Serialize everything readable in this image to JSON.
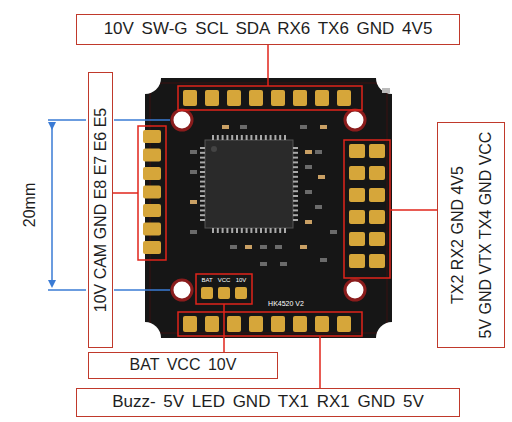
{
  "diagram": {
    "nodes": [
      {
        "text": [
          "10V SW-G SCL SDA RX6 TX6 GND 4V5"
        ]
      },
      {
        "text": [
          "10V CAM GND E8 E7 E6 E5"
        ]
      },
      {
        "text": [
          "TX2 RX2 GND 4V5",
          "5V GND VTX TX4 GND VCC"
        ]
      },
      {
        "text": [
          "BAT VCC 10V"
        ]
      },
      {
        "text": [
          "Buzz- 5V LED GND TX1 RX1 GND 5V"
        ]
      }
    ],
    "labels": [
      "20mm",
      "HK4520 V2",
      "BAT",
      "VCC",
      "10V"
    ]
  }
}
